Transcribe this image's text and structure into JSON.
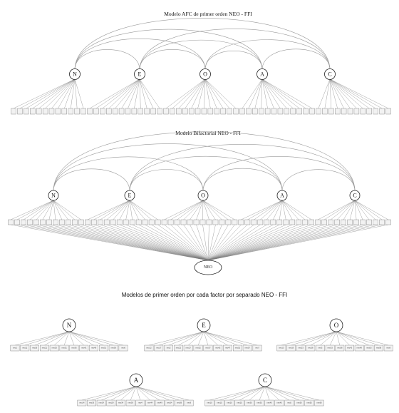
{
  "titles": {
    "afc": "Modelo AFC de primer orden NEO - FFI",
    "bifactor": "Modelo Bifactorial NEO - FFI",
    "separate": "Modelos de primer orden por cada factor por separado  NEO - FFI"
  },
  "factors": [
    "N",
    "E",
    "O",
    "A",
    "C"
  ],
  "general_factor": "NEO",
  "separate_models": [
    {
      "factor": "N",
      "items": [
        "neo1",
        "neo11",
        "neo16",
        "neo21",
        "neo26",
        "neo31",
        "neo36",
        "neo41",
        "neo46",
        "neo51",
        "neo56",
        "neo6"
      ]
    },
    {
      "factor": "E",
      "items": [
        "neo12",
        "neo17",
        "neo2",
        "neo22",
        "neo27",
        "neo32",
        "neo37",
        "neo42",
        "neo47",
        "neo52",
        "neo57",
        "neo7"
      ]
    },
    {
      "factor": "O",
      "items": [
        "neo13",
        "neo18",
        "neo23",
        "neo28",
        "neo3",
        "neo33",
        "neo38",
        "neo43",
        "neo48",
        "neo53",
        "neo58",
        "neo8"
      ]
    },
    {
      "factor": "A",
      "items": [
        "neo14",
        "neo19",
        "neo24",
        "neo29",
        "neo34",
        "neo39",
        "neo4",
        "neo44",
        "neo49",
        "neo54",
        "neo59",
        "neo9"
      ]
    },
    {
      "factor": "C",
      "items": [
        "neo10",
        "neo15",
        "neo20",
        "neo25",
        "neo30",
        "neo35",
        "neo40",
        "neo45",
        "neo5",
        "neo50",
        "neo55",
        "neo60"
      ]
    }
  ],
  "items_per_factor": 12
}
